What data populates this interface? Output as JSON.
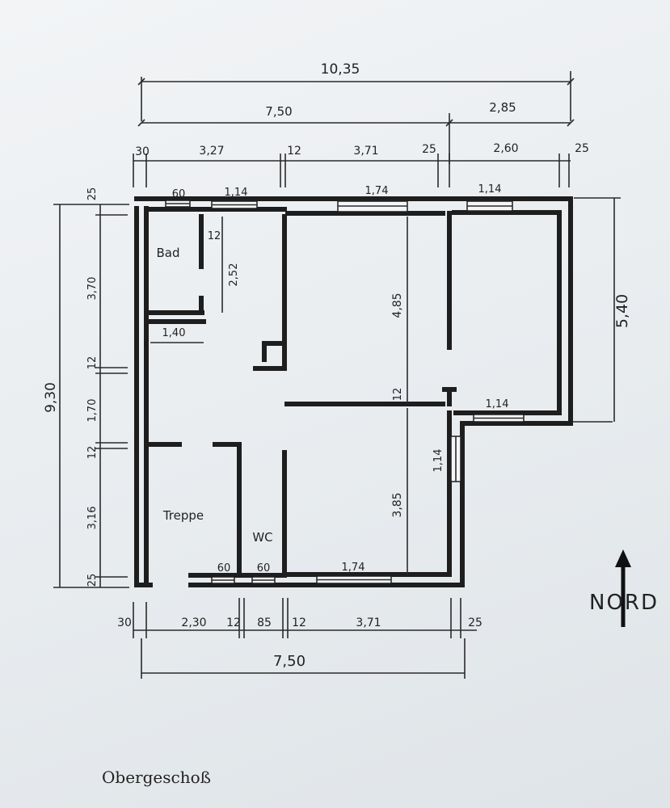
{
  "drawing_title": "Obergeschoß",
  "north_label": "NORD",
  "rooms": {
    "bath": "Bad",
    "stairs": "Treppe",
    "wc": "WC"
  },
  "top_dimensions": {
    "overall": "10,35",
    "row2_left": "7,50",
    "row2_right": "2,85",
    "row3": [
      "30",
      "3,27",
      "12",
      "3,71",
      "25",
      "2,60",
      "25"
    ]
  },
  "bottom_dimensions": {
    "row1": [
      "30",
      "2,30",
      "12",
      "85",
      "12",
      "3,71",
      "25"
    ],
    "overall": "7,50"
  },
  "left_dimensions": {
    "overall": "9,30",
    "segments": [
      "25",
      "3,70",
      "12",
      "1,70",
      "12",
      "3,16",
      "25"
    ]
  },
  "right_dimensions": {
    "overall": "5,40"
  },
  "window_labels": {
    "top": [
      "60",
      "1,14",
      "1,74",
      "1,14"
    ],
    "bottom": [
      "60",
      "60",
      "1,74"
    ],
    "east_mid": "1,14",
    "east_lower": "1,14"
  },
  "interior_labels": {
    "bath_wall": "12",
    "corridor_height": "2,52",
    "corridor_width": "1,40",
    "room_ne_height": "4,85",
    "partition": "12",
    "room_se_height": "3,85"
  }
}
